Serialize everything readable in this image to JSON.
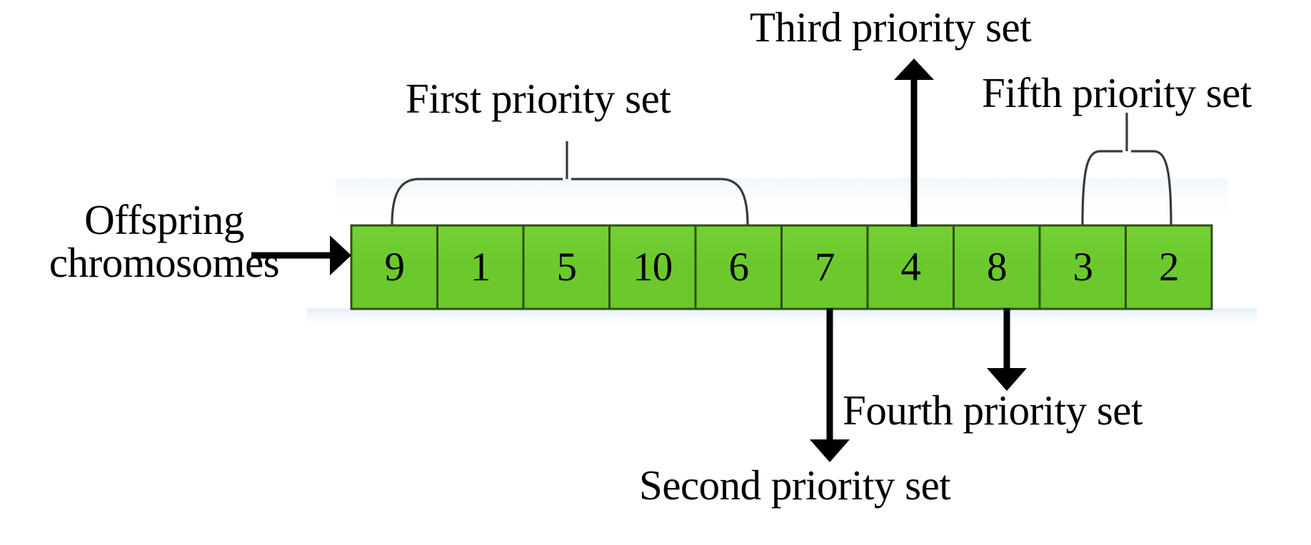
{
  "diagram": {
    "title_text_absent": true,
    "source_label": {
      "line1": "Offspring",
      "line2": "chromosomes"
    },
    "colors": {
      "cell_fill": "#6ECB2E",
      "cell_border": "#2F4F16",
      "line": "#000000",
      "brace": "#333333",
      "background": "#FFFFFF"
    },
    "chromosome": {
      "name": "offspring-chromosome-strip",
      "cell_count": 10,
      "genes": [
        {
          "index": 0,
          "value": "9"
        },
        {
          "index": 1,
          "value": "1"
        },
        {
          "index": 2,
          "value": "5"
        },
        {
          "index": 3,
          "value": "10"
        },
        {
          "index": 4,
          "value": "6"
        },
        {
          "index": 5,
          "value": "7"
        },
        {
          "index": 6,
          "value": "4"
        },
        {
          "index": 7,
          "value": "8"
        },
        {
          "index": 8,
          "value": "3"
        },
        {
          "index": 9,
          "value": "2"
        }
      ]
    },
    "annotations": [
      {
        "id": "first",
        "label": "First priority set",
        "connector": "brace-up",
        "covers_values": [
          "9",
          "1",
          "5",
          "10",
          "6"
        ]
      },
      {
        "id": "second",
        "label": "Second priority set",
        "connector": "arrow-down",
        "covers_values": [
          "7"
        ]
      },
      {
        "id": "third",
        "label": "Third priority set",
        "connector": "arrow-up",
        "covers_values": [
          "4"
        ]
      },
      {
        "id": "fourth",
        "label": "Fourth priority set",
        "connector": "arrow-down",
        "covers_values": [
          "8"
        ]
      },
      {
        "id": "fifth",
        "label": "Fifth priority set",
        "connector": "brace-up",
        "covers_values": [
          "3",
          "2"
        ]
      }
    ]
  }
}
